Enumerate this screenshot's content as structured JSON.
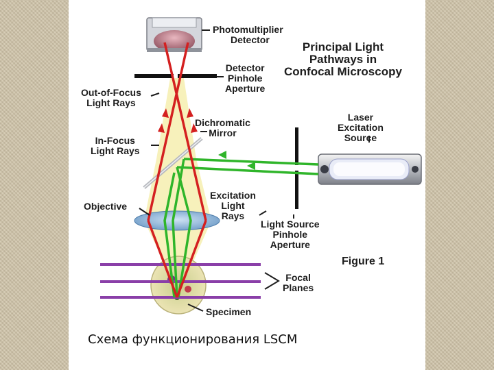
{
  "title": [
    "Principal Light",
    "Pathways in",
    "Confocal Microscopy"
  ],
  "labels": {
    "photomultiplier": [
      "Photomultiplier",
      "Detector"
    ],
    "detector_pinhole": [
      "Detector",
      "Pinhole",
      "Aperture"
    ],
    "out_of_focus": [
      "Out-of-Focus",
      "Light Rays"
    ],
    "in_focus": [
      "In-Focus",
      "Light Rays"
    ],
    "dichromatic": [
      "Dichromatic",
      "Mirror"
    ],
    "laser": [
      "Laser",
      "Excitation",
      "Source"
    ],
    "excitation": [
      "Excitation",
      "Light",
      "Rays"
    ],
    "objective": "Objective",
    "source_pinhole": [
      "Light Source",
      "Pinhole",
      "Aperture"
    ],
    "figure": "Figure 1",
    "focal_planes": [
      "Focal",
      "Planes"
    ],
    "specimen": "Specimen"
  },
  "caption": "Схема функционирования LSCM",
  "colors": {
    "emission": "#d42020",
    "excitation": "#2fb52a",
    "focal_planes": "#8a3fa8",
    "cone": "#f6f0b4"
  }
}
